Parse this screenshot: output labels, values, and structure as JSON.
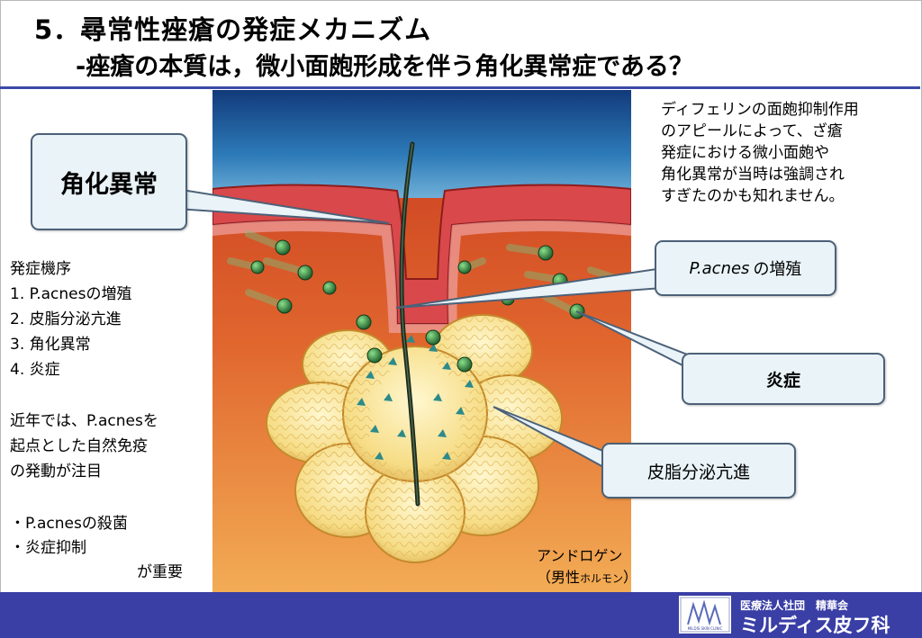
{
  "slide": {
    "title": "5．尋常性痤瘡の発症メカニズム",
    "subtitle": "-痤瘡の本質は，微小面皰形成を伴う角化異常症である？"
  },
  "left": {
    "mechanism_heading": "発症機序",
    "mechanism_items": [
      "1. P.acnesの増殖",
      "2. 皮脂分泌亢進",
      "3. 角化異常",
      "4. 炎症"
    ],
    "recent_lines": [
      "近年では、P.acnesを",
      "起点とした自然免疫",
      "の発動が注目"
    ],
    "bullets": [
      "・P.acnesの殺菌",
      "・炎症抑制"
    ],
    "conclusion": "が重要"
  },
  "right_note": {
    "lines": [
      "ディフェリンの面皰抑制作用",
      "のアピールによって、ざ瘡",
      "発症における微小面皰や",
      "角化異常が当時は強調され",
      "すぎたのかも知れません。"
    ]
  },
  "callouts": {
    "keratinization": "角化異常",
    "pacnes_italic": "P.acnes",
    "pacnes_suffix": "の増殖",
    "inflammation": "炎症",
    "sebum": "皮脂分泌亢進"
  },
  "illustration": {
    "androgen_label": "アンドロゲン",
    "androgen_sub_open": "（男性",
    "androgen_sub_small": "ホルモン",
    "androgen_sub_close": "）"
  },
  "footer": {
    "logo_text": "MILDIS SKIN CLINIC",
    "org": "医療法人社団　精華会",
    "clinic": "ミルディス皮フ科"
  },
  "colors": {
    "footer_bg": "#3a3fa6",
    "rule": "#3b4aa8",
    "callout_bg": "#e9f3f8",
    "callout_border": "#4d6178"
  }
}
